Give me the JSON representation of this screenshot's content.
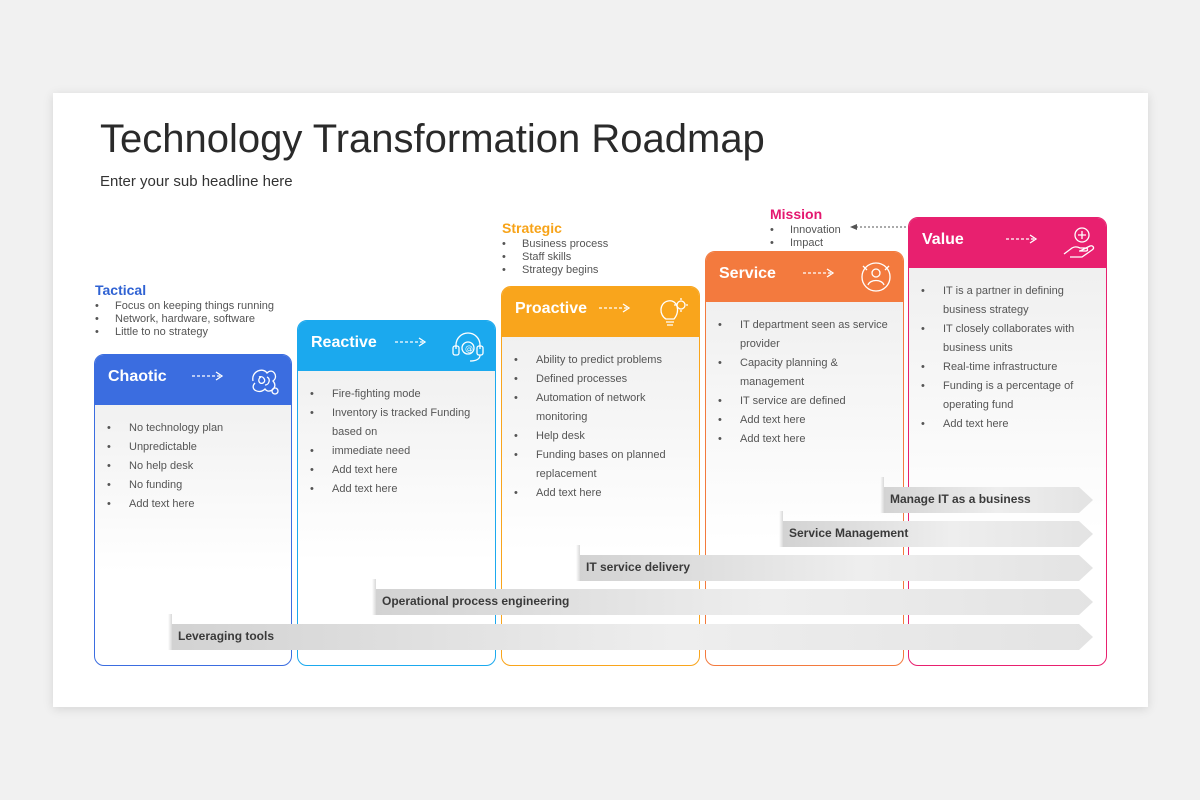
{
  "slide": {
    "title": "Technology Transformation Roadmap",
    "subtitle": "Enter your sub headline here"
  },
  "notes": [
    {
      "heading": "Tactical",
      "color": "#2f62d3",
      "items": [
        "Focus on keeping things running",
        "Network, hardware, software",
        "Little to no strategy"
      ]
    },
    {
      "heading": "Strategic",
      "color": "#f7a318",
      "items": [
        "Business process",
        "Staff skills",
        "Strategy begins"
      ]
    },
    {
      "heading": "Mission",
      "color": "#e4186f",
      "items": [
        "Innovation",
        "Impact"
      ]
    }
  ],
  "stages": [
    {
      "label": "Chaotic",
      "color": "#3b6de0",
      "icon": "brain-tangle-icon",
      "items": [
        "No technology plan",
        "Unpredictable",
        "No help desk",
        "No funding",
        "Add text here"
      ]
    },
    {
      "label": "Reactive",
      "color": "#1ba9ee",
      "icon": "headset-support-icon",
      "items": [
        "Fire-fighting mode",
        "Inventory is tracked Funding based on",
        "immediate need",
        "Add text here",
        "Add text here"
      ]
    },
    {
      "label": "Proactive",
      "color": "#f9a51c",
      "icon": "lightbulb-gear-icon",
      "items": [
        "Ability to predict problems",
        "Defined processes",
        "Automation of network monitoring",
        "Help desk",
        "Funding bases on planned replacement",
        "Add text here"
      ]
    },
    {
      "label": "Service",
      "color": "#f37a3e",
      "icon": "service-person-icon",
      "items": [
        "IT department seen as service provider",
        "Capacity planning & management",
        "IT service are defined",
        "Add text here",
        "Add text here"
      ]
    },
    {
      "label": "Value",
      "color": "#e8206f",
      "icon": "hand-value-icon",
      "items": [
        "IT is a partner in defining business strategy",
        "IT closely collaborates with business units",
        "Real-time infrastructure",
        "Funding is a percentage of operating fund",
        "Add text here"
      ]
    }
  ],
  "bands": [
    {
      "label": "Manage IT as a business"
    },
    {
      "label": "Service Management"
    },
    {
      "label": "IT service delivery"
    },
    {
      "label": "Operational process engineering"
    },
    {
      "label": "Leveraging tools"
    }
  ]
}
